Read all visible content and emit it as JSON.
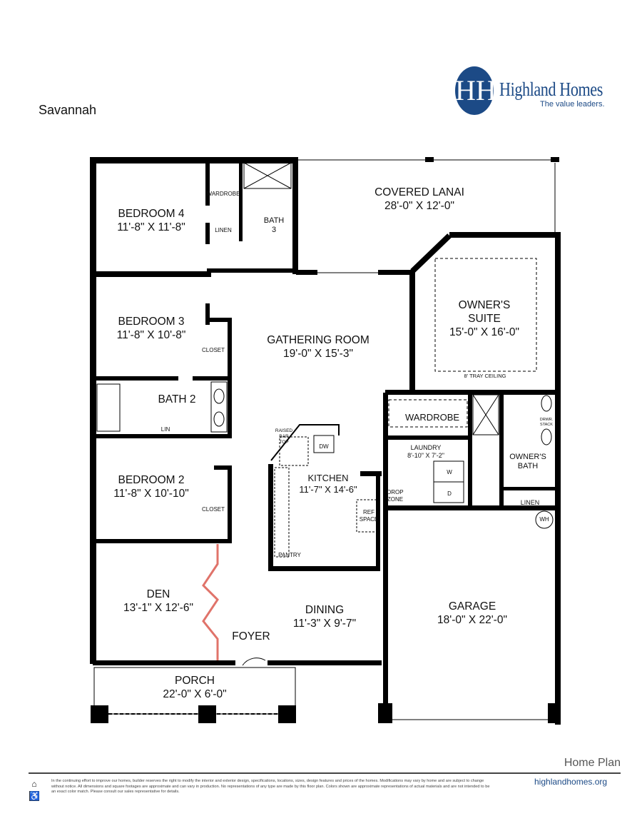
{
  "plan_name": "Savannah",
  "logo": {
    "brand": "Highland Homes",
    "tagline": "The value leaders.",
    "monogram": "HH",
    "color": "#1c4a86"
  },
  "rooms": [
    {
      "name": "BEDROOM 4",
      "size": "11'-8\" X 11'-8\""
    },
    {
      "name": "COVERED LANAI",
      "size": "28'-0\" X 12'-0\""
    },
    {
      "name": "OWNER'S\nSUITE",
      "size": "15'-0\" X 16'-0\""
    },
    {
      "name": "BEDROOM 3",
      "size": "11'-8\" X 10'-8\""
    },
    {
      "name": "GATHERING ROOM",
      "size": "19'-0\" X 15'-3\""
    },
    {
      "name": "BATH 2",
      "size": ""
    },
    {
      "name": "WARDROBE",
      "size": ""
    },
    {
      "name": "KITCHEN",
      "size": "11'-7\" X 14'-6\""
    },
    {
      "name": "BEDROOM 2",
      "size": "11'-8\" X 10'-10\""
    },
    {
      "name": "GARAGE",
      "size": "18'-0\" X 22'-0\""
    },
    {
      "name": "DEN",
      "size": "13'-1\" X 12'-6\""
    },
    {
      "name": "DINING",
      "size": "11'-3\" X 9'-7\""
    },
    {
      "name": "FOYER",
      "size": ""
    },
    {
      "name": "PORCH",
      "size": "22'-0\" X 6'-0\""
    }
  ],
  "small_labels": {
    "wardrobe_b4": "WARDROBE",
    "linen_b4": "LINEN",
    "bath3": "BATH",
    "bath3_num": "3",
    "closet_b3": "CLOSET",
    "closet_b2": "CLOSET",
    "lin": "LIN",
    "raised_bar": "RAISED\nBAR\nTOP",
    "dw": "DW",
    "pantry": "PANTRY",
    "ref_space": "REF\nSPACE",
    "laundry": "LAUNDRY",
    "laundry_size": "8'-10\" X 7'-2\"",
    "washer": "W",
    "dryer": "D",
    "drop_zone": "DROP\nZONE",
    "tray": "8' TRAY CEILING",
    "drwr_stack": "DRWR.\nSTACK",
    "owners_bath": "OWNER'S\nBATH",
    "linen_ob": "LINEN",
    "wh": "WH"
  },
  "footer": {
    "home_plan": "Home Plan",
    "website": "highlandhomes.org",
    "disclaimer": "In the continuing effort to improve our homes, builder reserves the right to modify the interior and exterior design, specifications, locations, sizes, design features and prices of the homes. Modifications may vary by home and are subject to change without notice. All dimensions and square footages are approximate and can vary in production. No representations of any type are made by this floor plan. Colors shown are approximate representations of actual materials and are not intended to be an exact color match. Please consult our sales representative for details.",
    "icons": [
      "equal-housing-icon",
      "accessibility-icon"
    ]
  },
  "colors": {
    "wall": "#000000",
    "den_door": "#e0736a"
  }
}
